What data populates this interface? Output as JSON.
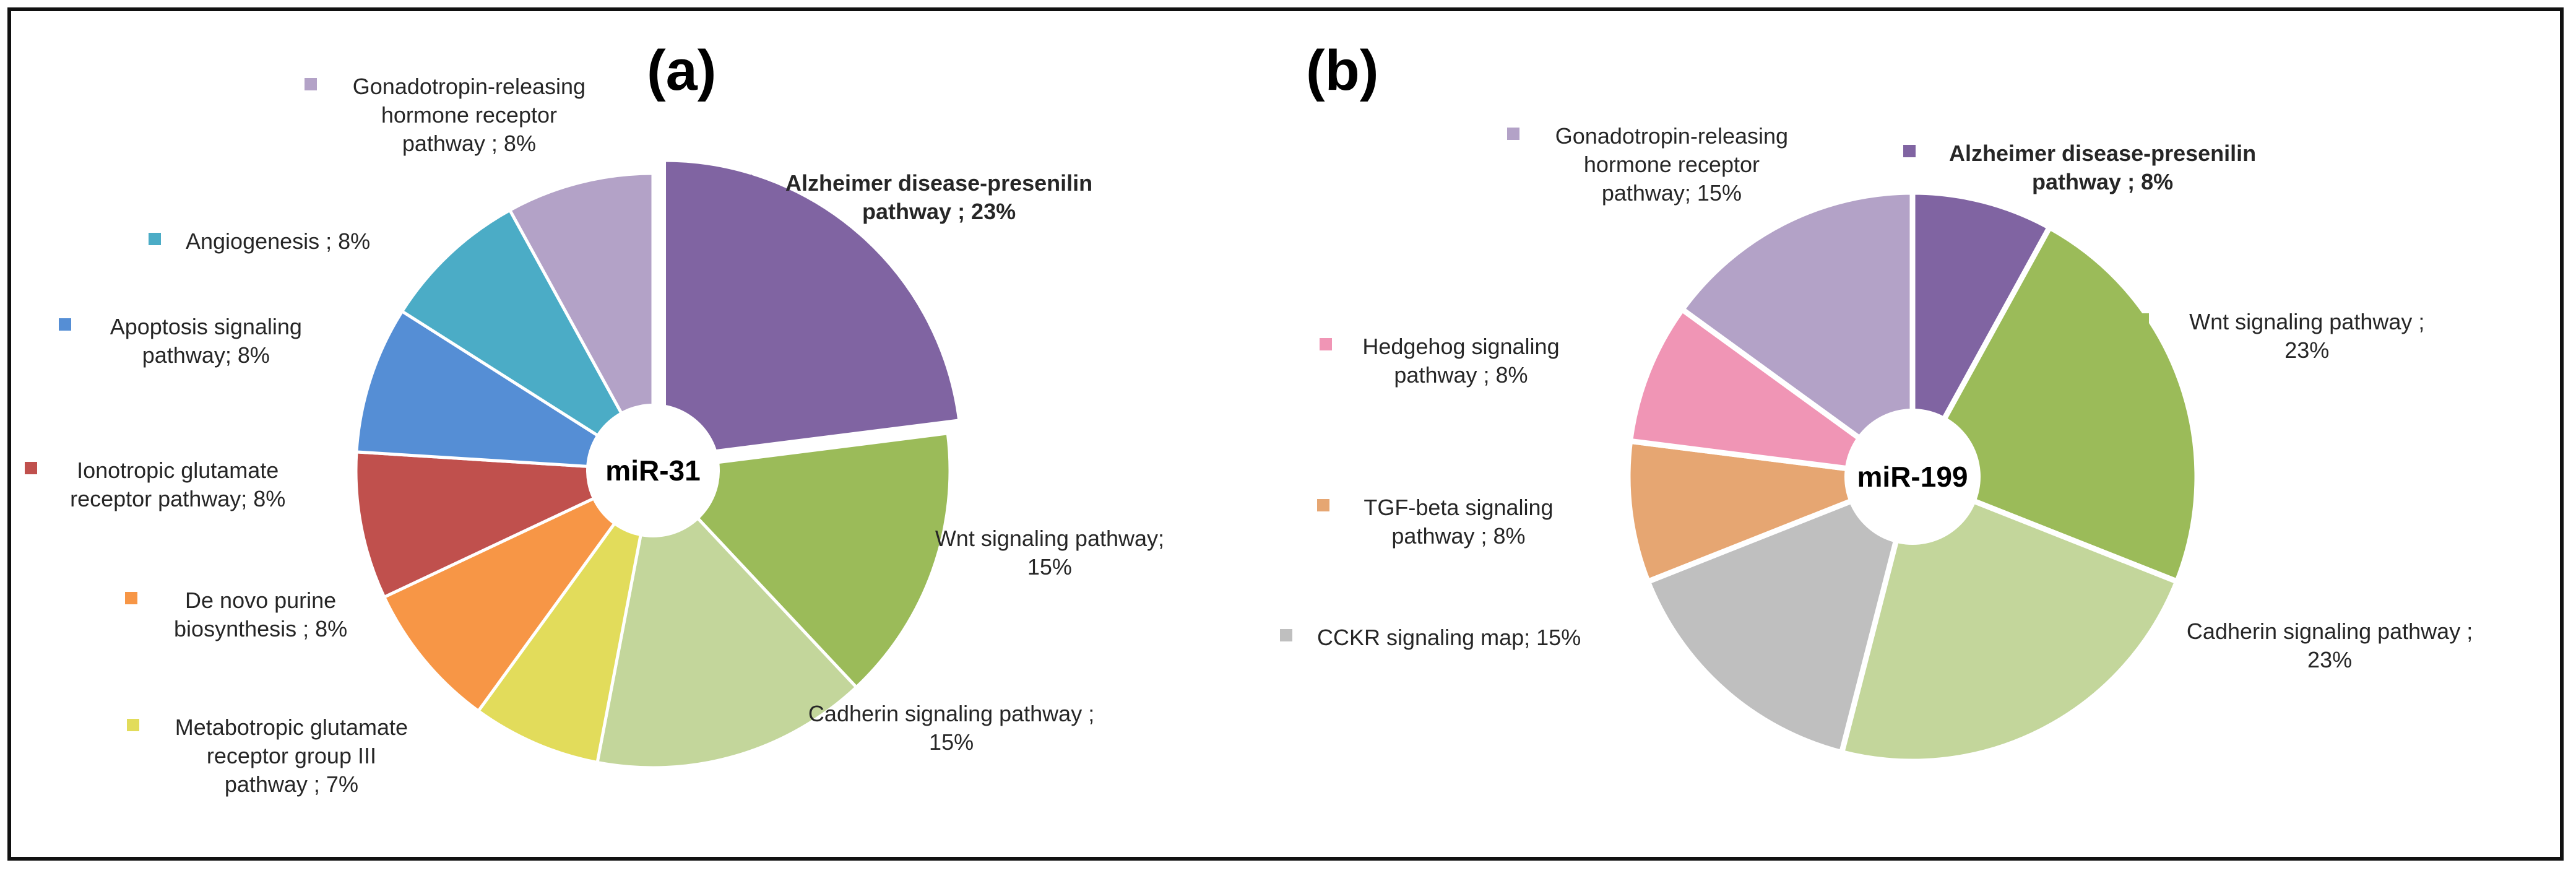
{
  "chart_data": [
    {
      "panel_label": "(a)",
      "type": "pie",
      "center_label": "miR-31",
      "slices": [
        {
          "label": "Alzheimer disease-presenilin pathway ; 23%",
          "value": 23,
          "color": "#8064A2",
          "bold": true,
          "exploded": true
        },
        {
          "label": "Wnt signaling pathway; 15%",
          "value": 15,
          "color": "#9BBB59"
        },
        {
          "label": "Cadherin signaling pathway ; 15%",
          "value": 15,
          "color": "#C3D69B"
        },
        {
          "label": "Metabotropic glutamate receptor group III pathway ; 7%",
          "value": 7,
          "color": "#E2DC5B"
        },
        {
          "label": "De novo purine biosynthesis ; 8%",
          "value": 8,
          "color": "#F79646"
        },
        {
          "label": "Ionotropic glutamate receptor pathway; 8%",
          "value": 8,
          "color": "#C0504D"
        },
        {
          "label": "Apoptosis signaling pathway; 8%",
          "value": 8,
          "color": "#558ED5"
        },
        {
          "label": "Angiogenesis ; 8%",
          "value": 8,
          "color": "#4BACC6"
        },
        {
          "label": "Gonadotropin-releasing hormone receptor pathway ; 8%",
          "value": 8,
          "color": "#B3A2C7"
        }
      ]
    },
    {
      "panel_label": "(b)",
      "type": "pie",
      "center_label": "miR-199",
      "slices": [
        {
          "label": "Alzheimer disease-presenilin pathway ; 8%",
          "value": 8,
          "color": "#8064A2",
          "bold": true
        },
        {
          "label": "Wnt signaling pathway ; 23%",
          "value": 23,
          "color": "#9BBB59"
        },
        {
          "label": "Cadherin signaling pathway ; 23%",
          "value": 23,
          "color": "#C3D69B"
        },
        {
          "label": "CCKR signaling map; 15%",
          "value": 15,
          "color": "#BFBFBF"
        },
        {
          "label": "TGF-beta signaling pathway ; 8%",
          "value": 8,
          "color": "#E6A672"
        },
        {
          "label": "Hedgehog signaling pathway ; 8%",
          "value": 8,
          "color": "#F095B5"
        },
        {
          "label": "Gonadotropin-releasing hormone receptor pathway; 15%",
          "value": 15,
          "color": "#B3A2C7"
        }
      ]
    }
  ]
}
